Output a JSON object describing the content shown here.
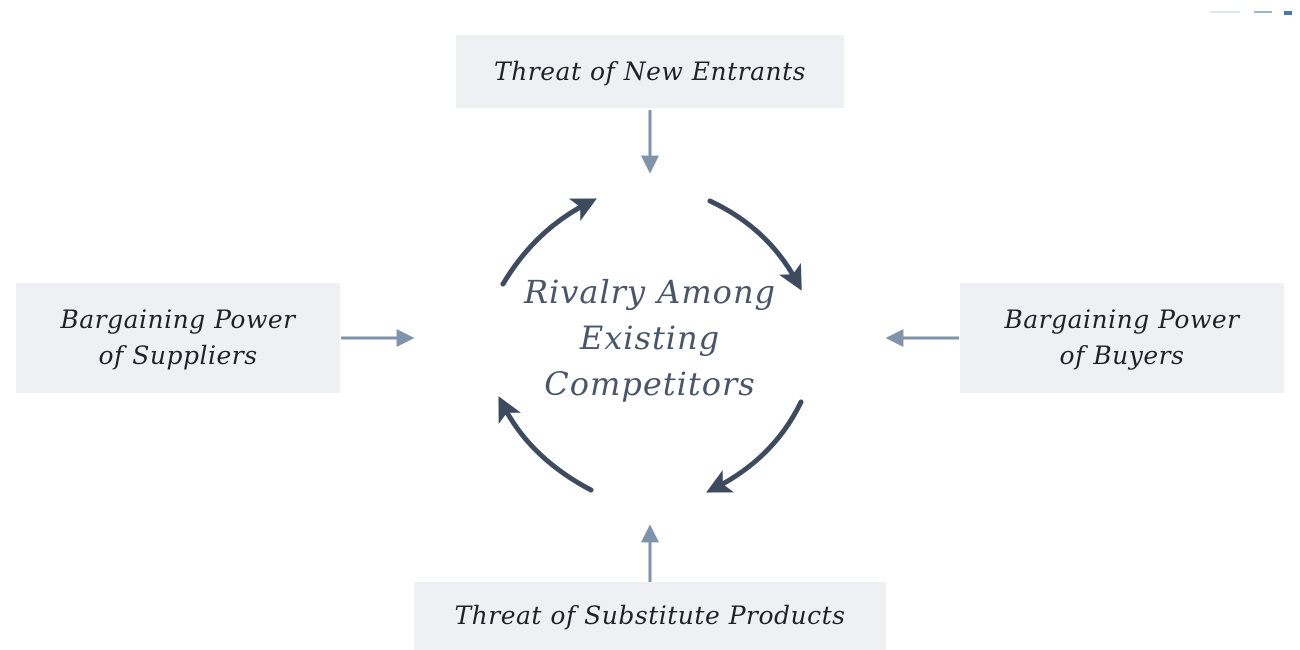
{
  "forces": {
    "top": {
      "lines": [
        "Threat of New Entrants"
      ]
    },
    "left": {
      "lines": [
        "Bargaining Power",
        "of Suppliers"
      ]
    },
    "right": {
      "lines": [
        "Bargaining Power",
        "of Buyers"
      ]
    },
    "bottom": {
      "lines": [
        "Threat of Substitute Products"
      ]
    }
  },
  "center": {
    "lines": [
      "Rivalry Among",
      "Existing",
      "Competitors"
    ]
  },
  "colors": {
    "box_fill": "#eff0f3",
    "box_text": "#1f2329",
    "center_text": "#4a5568",
    "cycle_arrow": "#3e4a5e",
    "force_arrow": "#7f93aa"
  }
}
